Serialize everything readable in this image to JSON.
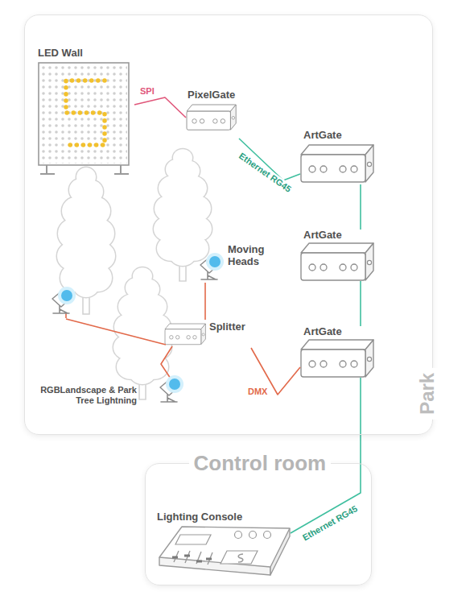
{
  "diagram": {
    "nodes": [
      {
        "text": [
          "Park"
        ]
      },
      {
        "text": [
          "LED Wall"
        ],
        "in": 0
      },
      {
        "text": [
          "PixelGate"
        ],
        "in": 0
      },
      {
        "text": [
          "ArtGate"
        ],
        "in": 0
      },
      {
        "text": [
          "ArtGate"
        ],
        "in": 0
      },
      {
        "text": [
          "Moving Heads"
        ],
        "in": 0
      },
      {
        "text": [
          "Splitter"
        ],
        "in": 0
      },
      {
        "text": [
          "ArtGate"
        ],
        "in": 0
      },
      {
        "text": [
          "RGBLandscape & Park Tree Lightning"
        ],
        "in": 0
      },
      {
        "text": [
          "Control room"
        ]
      },
      {
        "text": [
          "Lighting Console"
        ],
        "in": 9
      }
    ],
    "edges": [
      {
        "from": 1,
        "to": 2,
        "arrow": "none",
        "label": "SPI"
      },
      {
        "from": 2,
        "to": 3,
        "arrow": "none",
        "label": "Ethernet RG45"
      },
      {
        "from": 3,
        "to": 4,
        "arrow": "none"
      },
      {
        "from": 4,
        "to": 7,
        "arrow": "none"
      },
      {
        "from": 7,
        "to": 6,
        "arrow": "none",
        "label": "DMX"
      },
      {
        "from": 6,
        "to": 5,
        "arrow": "none"
      },
      {
        "from": 6,
        "to": 8,
        "arrow": "none"
      },
      {
        "from": 7,
        "to": 10,
        "arrow": "none",
        "label": "Ethernet RG45"
      }
    ]
  }
}
